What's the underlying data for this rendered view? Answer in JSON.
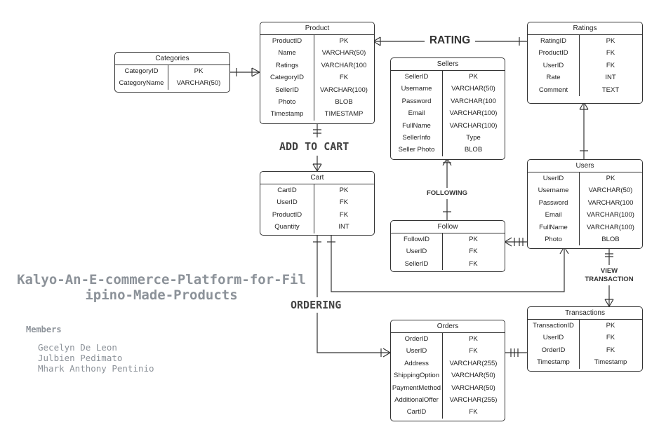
{
  "tables": {
    "categories": {
      "title": "Categories",
      "rows": [
        [
          "CategoryID",
          "PK"
        ],
        [
          "CategoryName",
          "VARCHAR(50)"
        ]
      ]
    },
    "product": {
      "title": "Product",
      "rows": [
        [
          "ProductID",
          "PK"
        ],
        [
          "Name",
          "VARCHAR(50)"
        ],
        [
          "Ratings",
          "VARCHAR(100"
        ],
        [
          "CategoryID",
          "FK"
        ],
        [
          "SellerID",
          "VARCHAR(100)"
        ],
        [
          "Photo",
          "BLOB"
        ],
        [
          "Timestamp",
          "TIMESTAMP"
        ]
      ]
    },
    "sellers": {
      "title": "Sellers",
      "rows": [
        [
          "SellerID",
          "PK"
        ],
        [
          "Username",
          "VARCHAR(50)"
        ],
        [
          "Password",
          "VARCHAR(100"
        ],
        [
          "Email",
          "VARCHAR(100)"
        ],
        [
          "FullName",
          "VARCHAR(100)"
        ],
        [
          "SellerInfo",
          "Type"
        ],
        [
          "Seller Photo",
          "BLOB"
        ]
      ]
    },
    "ratings": {
      "title": "Ratings",
      "rows": [
        [
          "RatingID",
          "PK"
        ],
        [
          "ProductID",
          "FK"
        ],
        [
          "UserID",
          "FK"
        ],
        [
          "Rate",
          "INT"
        ],
        [
          "Comment",
          "TEXT"
        ]
      ]
    },
    "cart": {
      "title": "Cart",
      "rows": [
        [
          "CartID",
          "PK"
        ],
        [
          "UserID",
          "FK"
        ],
        [
          "ProductID",
          "FK"
        ],
        [
          "Quantity",
          "INT"
        ]
      ]
    },
    "follow": {
      "title": "Follow",
      "rows": [
        [
          "FollowID",
          "PK"
        ],
        [
          "UserID",
          "FK"
        ],
        [
          "SellerID",
          "FK"
        ]
      ]
    },
    "users": {
      "title": "Users",
      "rows": [
        [
          "UserID",
          "PK"
        ],
        [
          "Username",
          "VARCHAR(50)"
        ],
        [
          "Password",
          "VARCHAR(100"
        ],
        [
          "Email",
          "VARCHAR(100)"
        ],
        [
          "FullName",
          "VARCHAR(100)"
        ],
        [
          "Photo",
          "BLOB"
        ]
      ]
    },
    "transactions": {
      "title": "Transactions",
      "rows": [
        [
          "TransactionID",
          "PK"
        ],
        [
          "UserID",
          "FK"
        ],
        [
          "OrderID",
          "FK"
        ],
        [
          "Timestamp",
          "Timestamp"
        ]
      ]
    },
    "orders": {
      "title": "Orders",
      "rows": [
        [
          "OrderID",
          "PK"
        ],
        [
          "UserID",
          "FK"
        ],
        [
          "Address",
          "VARCHAR(255)"
        ],
        [
          "ShippingOption",
          "VARCHAR(50)"
        ],
        [
          "PaymentMethod",
          "VARCHAR(50)"
        ],
        [
          "AdditionalOffer",
          "VARCHAR(255)"
        ],
        [
          "CartID",
          "FK"
        ]
      ]
    }
  },
  "relations": {
    "rating": "RATING",
    "add_to_cart": "ADD TO CART",
    "following": "FOLLOWING",
    "ordering": "ORDERING",
    "view_transaction": "VIEW TRANSACTION"
  },
  "project_title": "Kalyo-An-E-commerce-Platform-for-Filipino-Made-Products",
  "members": {
    "heading": "Members",
    "names": [
      "Gecelyn De Leon",
      "Julbien Pedimato",
      "Mhark Anthony Pentinio"
    ]
  },
  "colors": {
    "line": "#333333",
    "title_text": "#8c9299"
  }
}
